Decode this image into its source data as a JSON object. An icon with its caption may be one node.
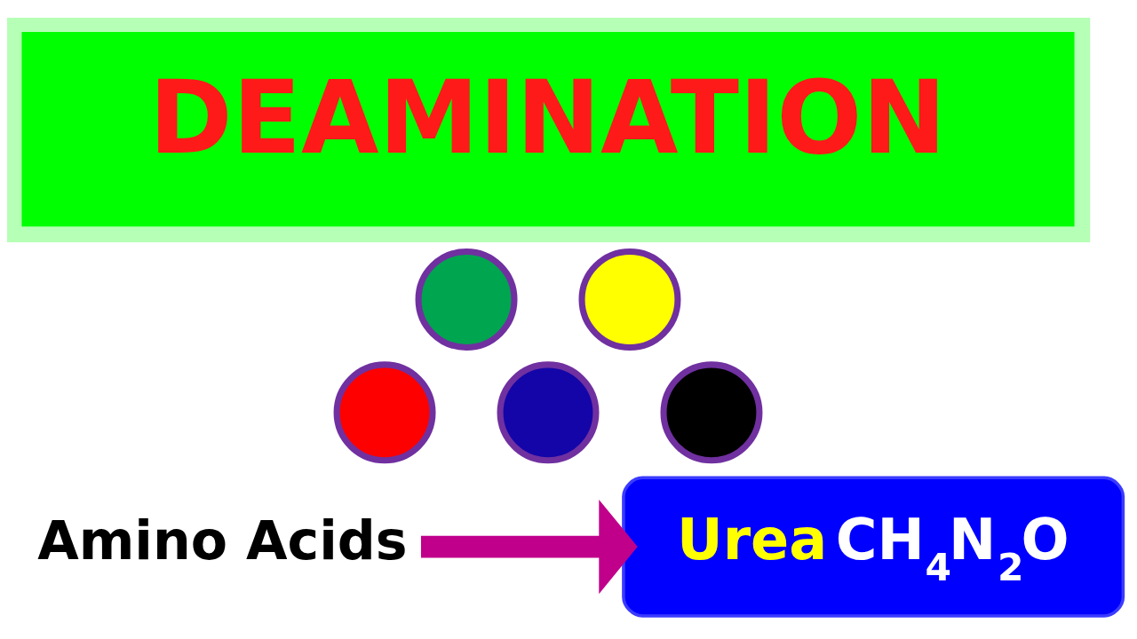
{
  "diagram": {
    "nodes": [
      {
        "text": [
          "DEAMINATION"
        ]
      },
      {
        "text": [],
        "shape": "circle"
      },
      {
        "text": [],
        "shape": "circle"
      },
      {
        "text": [],
        "shape": "circle"
      },
      {
        "text": [],
        "shape": "circle"
      },
      {
        "text": [],
        "shape": "circle"
      },
      {
        "text": [
          "Amino Acids"
        ]
      },
      {
        "text": [
          "Urea",
          "CH$_{4}$N$_{2}$O"
        ]
      }
    ],
    "edges": [
      {
        "from": 6,
        "to": 7,
        "arrow": "to",
        "color": "#c0008a"
      }
    ]
  }
}
